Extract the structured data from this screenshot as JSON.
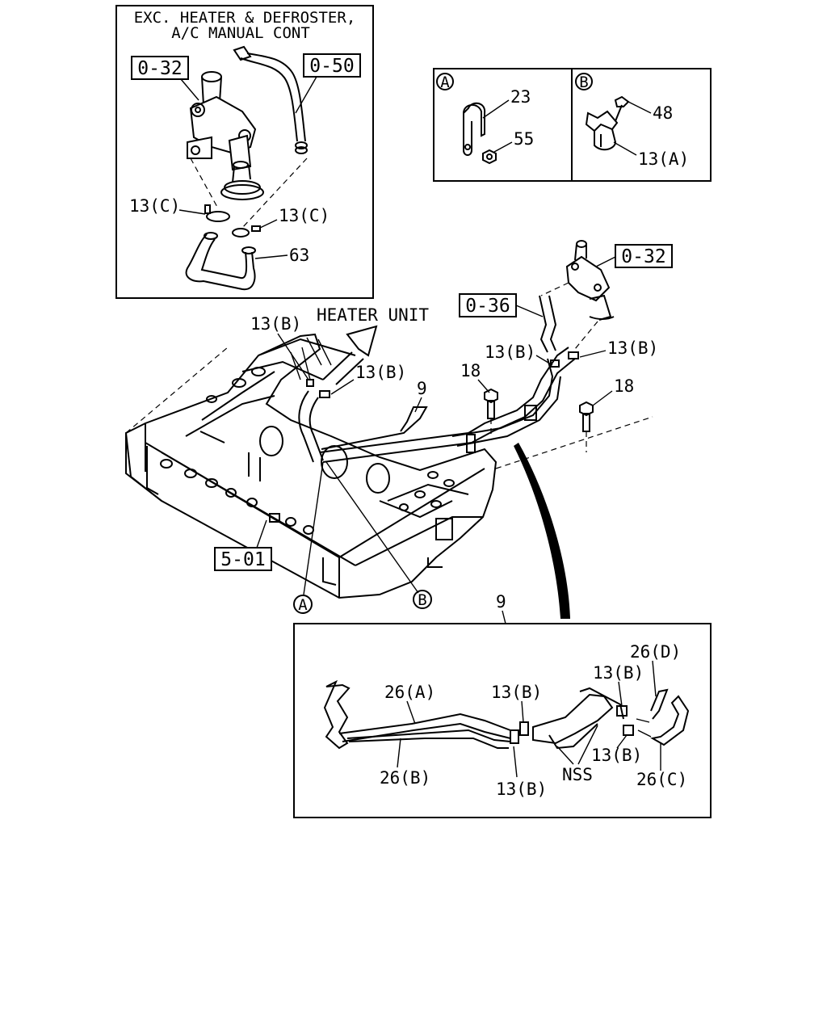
{
  "inset_heater": {
    "header_line1": "EXC. HEATER & DEFROSTER,",
    "header_line2": "A/C MANUAL CONT",
    "ref_left": "0-32",
    "ref_right": "0-50",
    "label_clamp_left": "13(C)",
    "label_clamp_right": "13(C)",
    "label_hose": "63"
  },
  "inset_clips": {
    "a": {
      "circle": "A",
      "part_clip": "23",
      "part_nut": "55"
    },
    "b": {
      "circle": "B",
      "part_bolt": "48",
      "part_clip": "13(A)"
    }
  },
  "main": {
    "heater_unit": "HEATER UNIT",
    "label_13b_top": "13(B)",
    "label_13b_heater": "13(B)",
    "label_9": "9",
    "label_18_left": "18",
    "label_18_right": "18",
    "label_13b_mid": "13(B)",
    "label_13b_right": "13(B)",
    "ref_0_36": "0-36",
    "ref_0_32": "0-32",
    "ref_5_01": "5-01",
    "circle_a": "A",
    "circle_b": "B"
  },
  "detail": {
    "label_9": "9",
    "label_26a": "26(A)",
    "label_26b": "26(B)",
    "label_13b_top": "13(B)",
    "label_13b_bottom": "13(B)",
    "label_13b_right_top": "13(B)",
    "label_13b_right_bottom": "13(B)",
    "label_26d": "26(D)",
    "label_26c": "26(C)",
    "label_nss": "NSS"
  }
}
